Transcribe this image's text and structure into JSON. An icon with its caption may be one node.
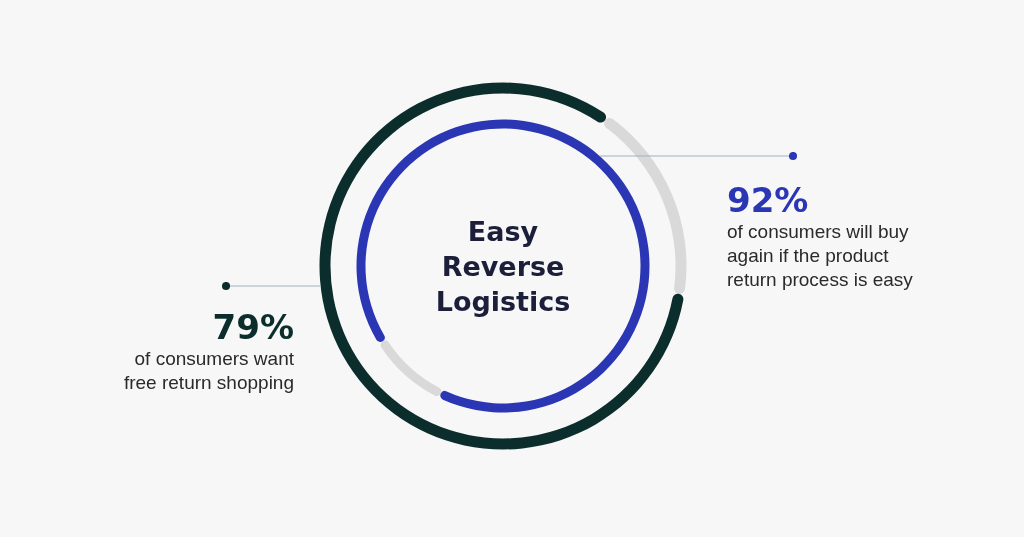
{
  "diagram": {
    "nodes": [
      {
        "text": [],
        "shape": "circle"
      },
      {
        "text": [
          "Easy Reverse Logistics"
        ],
        "in": 0
      },
      {
        "text": [
          "92%",
          "of consumers will buy again if the product return process is easy"
        ]
      },
      {
        "text": [
          "79%",
          "of consumers want free return shopping"
        ]
      }
    ],
    "edges": [
      {
        "from": 2,
        "to": 1,
        "arrow": "other"
      },
      {
        "from": 3,
        "to": 0,
        "arrow": "other"
      }
    ]
  }
}
